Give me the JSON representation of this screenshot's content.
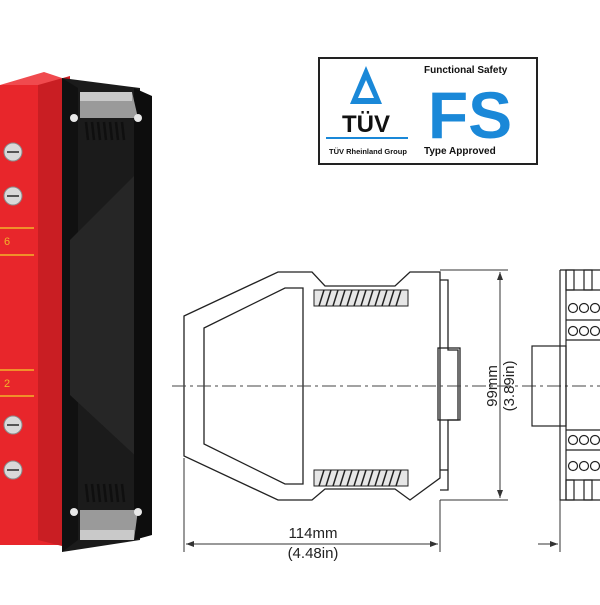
{
  "cert": {
    "brand": "TÜV",
    "group": "TÜV Rheinland Group",
    "line1": "Functional Safety",
    "mark": "FS",
    "line2": "Type Approved",
    "colors": {
      "blue": "#1a88d8",
      "border": "#222222"
    }
  },
  "device": {
    "colors": {
      "red": "#e8262b",
      "red_dark": "#b81a1f",
      "body": "#1b1b1b",
      "label": "#f2b42b"
    },
    "label_top": "6",
    "label_bottom": "2"
  },
  "dimensions": {
    "height_mm": "99mm",
    "height_in": "(3.89in)",
    "width_mm": "114mm",
    "width_in": "(4.48in)"
  }
}
